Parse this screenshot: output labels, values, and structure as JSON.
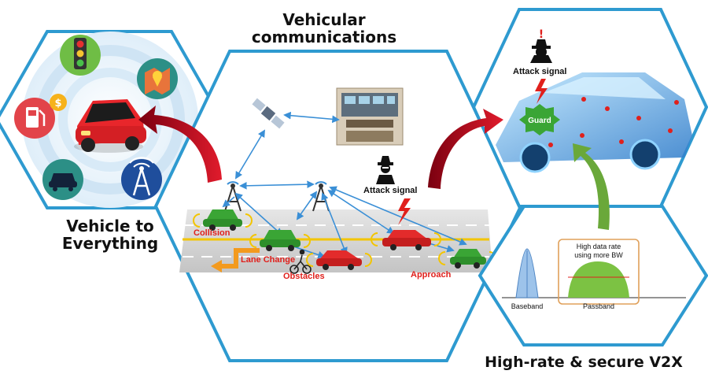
{
  "titles": {
    "main": [
      "Vehicular",
      "communications"
    ],
    "left": [
      "Vehicle to",
      "Everything"
    ],
    "bottom_right": "High-rate & secure V2X"
  },
  "road_labels": {
    "collision": "Collision",
    "lane_change": "Lane Change",
    "obstacles": "Obstacles",
    "approach": "Approach"
  },
  "attack": {
    "top": "Attack signal",
    "center": "Attack signal",
    "guard": "Guard"
  },
  "spectrum": {
    "baseband": "Baseband",
    "passband": "Passband",
    "note": [
      "High data rate",
      "using more BW"
    ]
  },
  "colors": {
    "hex_border": "#2e9ad0",
    "arrow_red": "#c8102e",
    "arrow_green": "#6aa83a",
    "link_blue": "#3a8fd6",
    "alert_red": "#e0201c"
  }
}
